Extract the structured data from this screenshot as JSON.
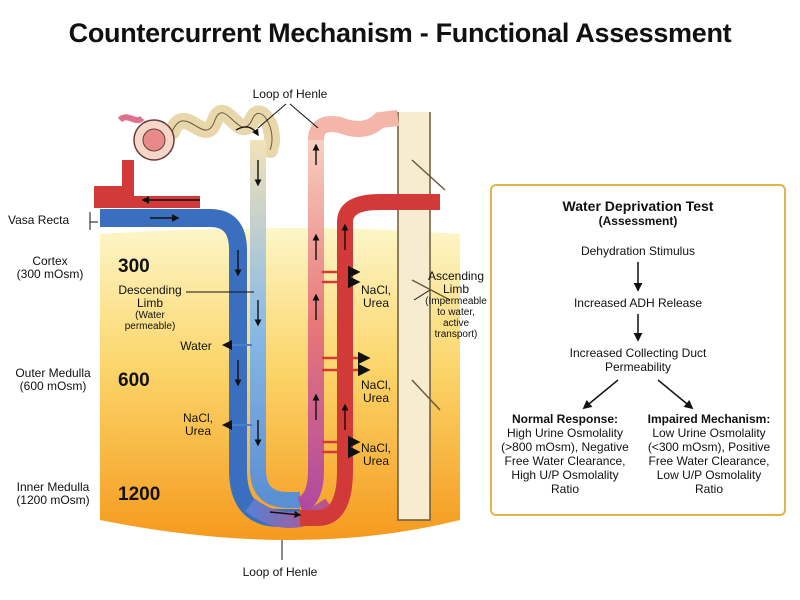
{
  "title": "Countercurrent Mechanism - Functional Assessment",
  "labels": {
    "loop_top": "Loop of Henle",
    "loop_bottom": "Loop of Henle",
    "vasa_recta": "Vasa Recta",
    "cortex": "Cortex",
    "cortex_osm": "(300 mOsm)",
    "outer_medulla": "Outer Medulla",
    "outer_medulla_osm": "(600 mOsm)",
    "inner_medulla": "Inner Medulla",
    "inner_medulla_osm": "(1200 mOsm)",
    "num_300": "300",
    "num_600": "600",
    "num_1200": "1200",
    "descending_limb": "Descending Limb",
    "descending_note": "(Water permeable)",
    "water": "Water",
    "nacl_urea_left": "NaCl, Urea",
    "nacl_urea_1": "NaCl, Urea",
    "nacl_urea_2": "NaCl, Urea",
    "nacl_urea_3": "NaCl, Urea",
    "ascending_limb": "Ascending Limb",
    "ascending_note": "(Impermeable to water, active transport)"
  },
  "panel": {
    "title": "Water Deprivation Test",
    "subtitle": "(Assessment)",
    "step1": "Dehydration Stimulus",
    "step2": "Increased ADH Release",
    "step3": "Increased Collecting Duct Permeability",
    "normal_title": "Normal Response:",
    "normal_text": "High Urine Osmolality (>800 mOsm), Negative Free Water Clearance, High U/P Osmolality Ratio",
    "impaired_title": "Impaired Mechanism:",
    "impaired_text": "Low Urine Osmolality (<300 mOsm), Positive Free Water Clearance, Low U/P Osmolality Ratio"
  },
  "colors": {
    "blue_vessel": "#3a6fc0",
    "red_vessel": "#d23a3a",
    "gradient_top": "#fdf3c0",
    "gradient_bottom": "#f5a020",
    "panel_border": "#e0b64a",
    "duct": "#f7ecd0"
  }
}
